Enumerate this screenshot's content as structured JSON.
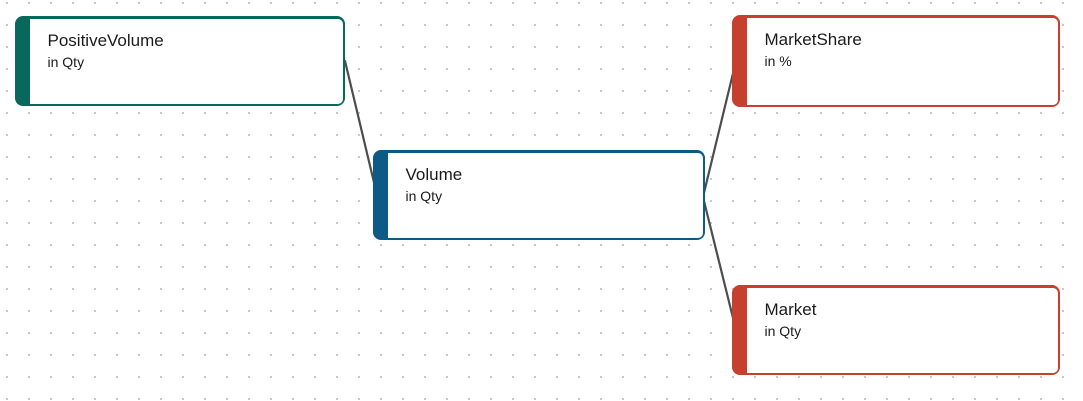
{
  "canvas": {
    "dot_color": "#c7c7c7",
    "background_color": "#ffffff"
  },
  "edge_style": {
    "color": "#4d4d4d"
  },
  "nodes": [
    {
      "id": "positive-volume",
      "title": "PositiveVolume",
      "subtitle": "in Qty",
      "accent_color": "#08685C"
    },
    {
      "id": "volume",
      "title": "Volume",
      "subtitle": "in Qty",
      "accent_color": "#0E5A87"
    },
    {
      "id": "market-share",
      "title": "MarketShare",
      "subtitle": "in %",
      "accent_color": "#C7402D"
    },
    {
      "id": "market",
      "title": "Market",
      "subtitle": "in Qty",
      "accent_color": "#C7402D"
    }
  ],
  "edges": [
    {
      "from": "PositiveVolume",
      "to": "Volume"
    },
    {
      "from": "Volume",
      "to": "MarketShare"
    },
    {
      "from": "Volume",
      "to": "Market"
    }
  ]
}
